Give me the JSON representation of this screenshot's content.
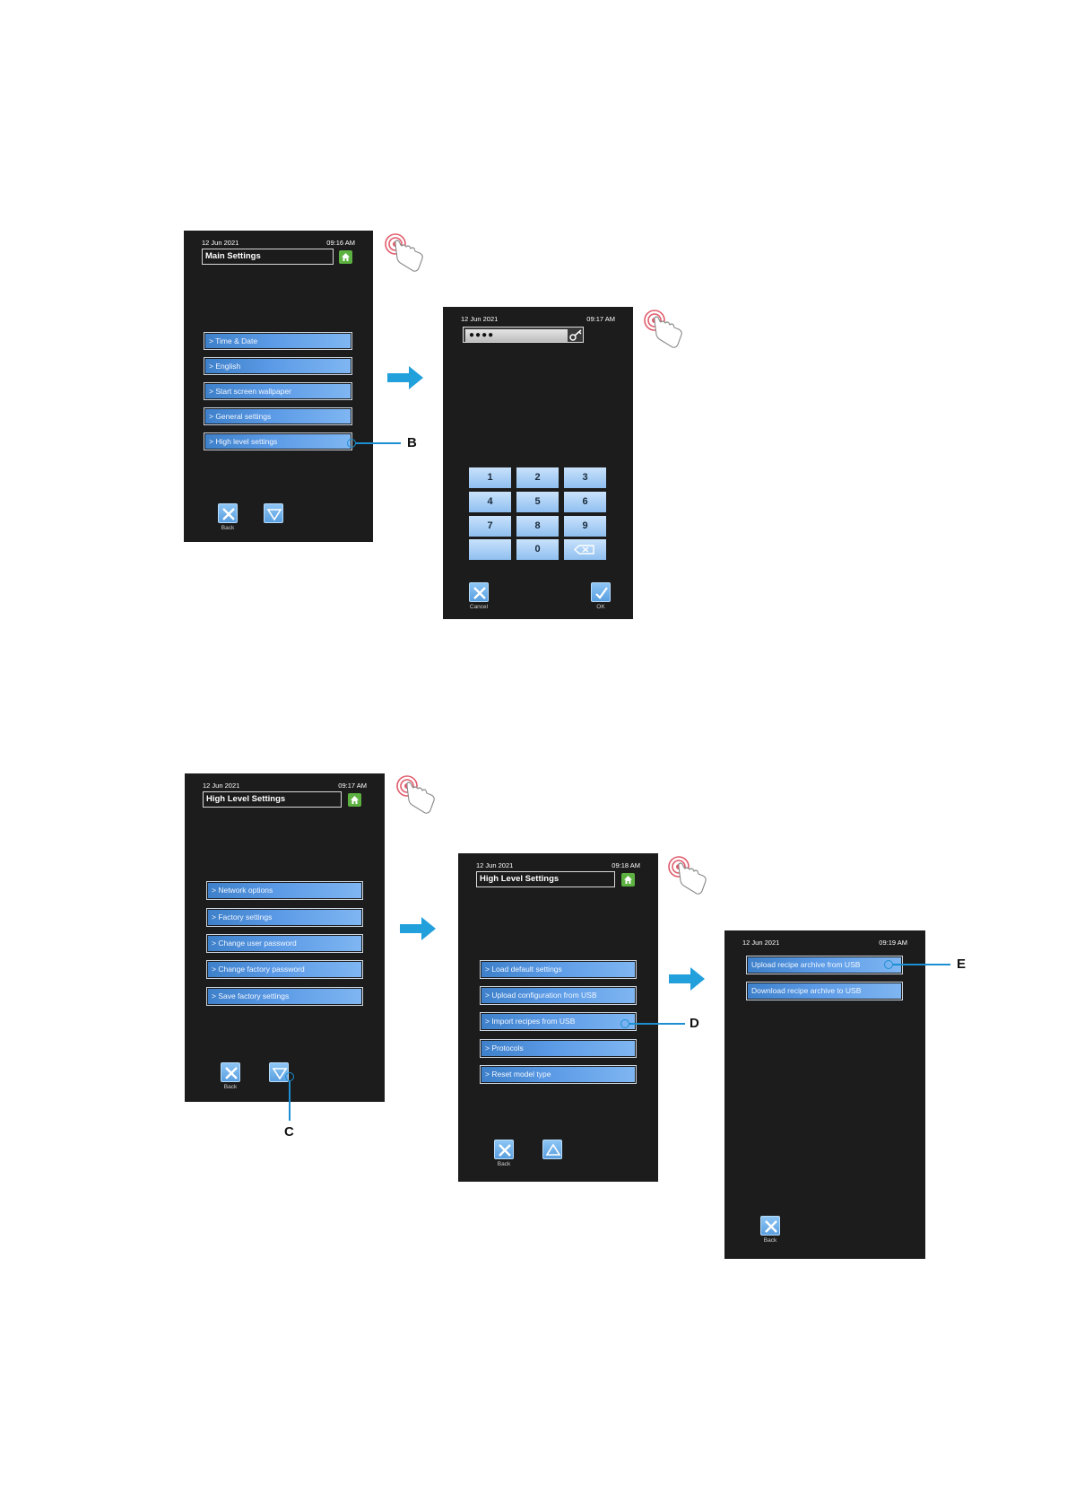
{
  "colors": {
    "accent_blue": "#1b8fd1",
    "home_green": "#5cb141",
    "screen_bg": "#1c1c1c"
  },
  "screen1": {
    "date": "12 Jun 2021",
    "time": "09:16 AM",
    "title": "Main Settings",
    "menu": [
      "> Time & Date",
      "> English",
      "> Start screen wallpaper",
      "> General settings",
      "> High level settings"
    ],
    "back_label": "Back",
    "icons": [
      "home-icon",
      "close-icon",
      "scroll-down-icon"
    ]
  },
  "screen2": {
    "date": "12 Jun 2021",
    "time": "09:17 AM",
    "pin_value": "●●●●",
    "keys": [
      "1",
      "2",
      "3",
      "4",
      "5",
      "6",
      "7",
      "8",
      "9",
      "",
      "0",
      "⌫"
    ],
    "cancel_label": "Cancel",
    "ok_label": "OK",
    "icons": [
      "key-icon",
      "close-icon",
      "check-icon",
      "backspace-icon"
    ]
  },
  "screen3": {
    "date": "12 Jun 2021",
    "time": "09:17 AM",
    "title": "High Level Settings",
    "menu": [
      "> Network options",
      "> Factory settings",
      "> Change user password",
      "> Change factory password",
      "> Save factory settings"
    ],
    "back_label": "Back"
  },
  "screen4": {
    "date": "12 Jun 2021",
    "time": "09:18 AM",
    "title": "High Level Settings",
    "menu": [
      "> Load default settings",
      "> Upload configuration from USB",
      "> Import recipes from USB",
      "> Protocols",
      "> Reset model type"
    ],
    "back_label": "Back"
  },
  "screen5": {
    "date": "12 Jun 2021",
    "time": "09:19 AM",
    "menu": [
      "Upload recipe archive from USB",
      "Download recipe archive to USB"
    ],
    "back_label": "Back"
  },
  "callouts": {
    "b": "B",
    "c": "C",
    "d": "D",
    "e": "E"
  }
}
